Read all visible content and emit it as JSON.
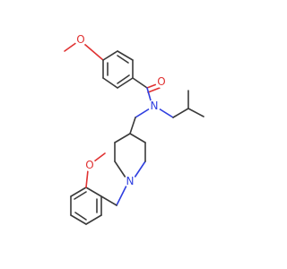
{
  "molecule": {
    "atoms": {
      "o_methoxy_top": {
        "label": "O",
        "color": "#e03232"
      },
      "o_carbonyl": {
        "label": "O",
        "color": "#e03232"
      },
      "n_amide": {
        "label": "N",
        "color": "#2f3fe0"
      },
      "n_piperidine": {
        "label": "N",
        "color": "#2f3fe0"
      },
      "o_methoxy_bottom": {
        "label": "O",
        "color": "#e03232"
      }
    }
  }
}
